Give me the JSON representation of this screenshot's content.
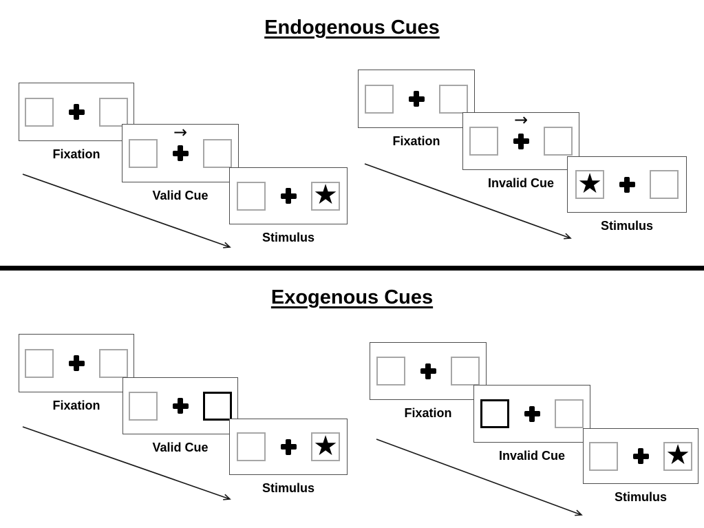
{
  "colors": {
    "background": "#ffffff",
    "panel_border": "#4d4d4d",
    "box_border": "#a6a6a6",
    "cue_box_border": "#000000",
    "ink": "#000000"
  },
  "icons": {
    "star": "★",
    "arrow_right": "→",
    "fixation_cross": "+"
  },
  "sections": [
    {
      "title": "Endogenous Cues",
      "trials": [
        {
          "name": "valid-trial",
          "steps": [
            {
              "label": "Fixation",
              "cue_type": "none",
              "star_position": "none"
            },
            {
              "label": "Valid Cue",
              "cue_type": "arrow-right",
              "star_position": "none"
            },
            {
              "label": "Stimulus",
              "cue_type": "none",
              "star_position": "right"
            }
          ]
        },
        {
          "name": "invalid-trial",
          "steps": [
            {
              "label": "Fixation",
              "cue_type": "none",
              "star_position": "none"
            },
            {
              "label": "Invalid Cue",
              "cue_type": "arrow-right",
              "star_position": "none"
            },
            {
              "label": "Stimulus",
              "cue_type": "none",
              "star_position": "left"
            }
          ]
        }
      ]
    },
    {
      "title": "Exogenous Cues",
      "trials": [
        {
          "name": "valid-trial",
          "steps": [
            {
              "label": "Fixation",
              "cue_type": "none",
              "star_position": "none"
            },
            {
              "label": "Valid Cue",
              "cue_type": "bold-box-right",
              "star_position": "none"
            },
            {
              "label": "Stimulus",
              "cue_type": "none",
              "star_position": "right"
            }
          ]
        },
        {
          "name": "invalid-trial",
          "steps": [
            {
              "label": "Fixation",
              "cue_type": "none",
              "star_position": "none"
            },
            {
              "label": "Invalid Cue",
              "cue_type": "bold-box-left",
              "star_position": "none"
            },
            {
              "label": "Stimulus",
              "cue_type": "none",
              "star_position": "right"
            }
          ]
        }
      ]
    }
  ]
}
